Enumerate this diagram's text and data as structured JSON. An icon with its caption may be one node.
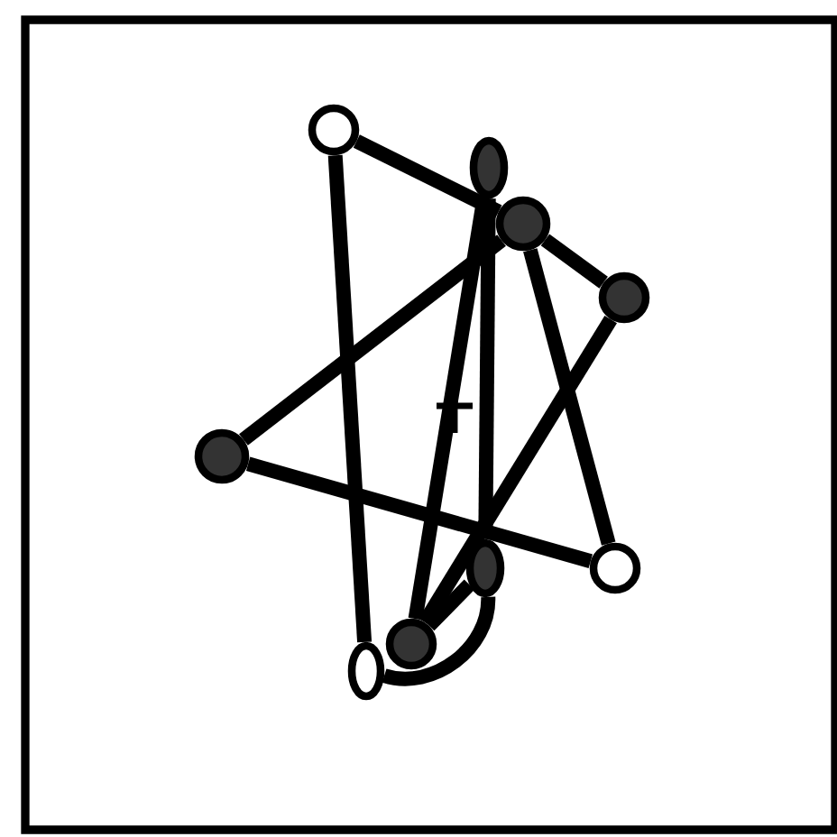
{
  "diagram": {
    "nodes": [
      {
        "text": [],
        "shape": "circle"
      },
      {
        "text": [],
        "shape": "circle"
      },
      {
        "text": [],
        "shape": "circle"
      },
      {
        "text": [],
        "shape": "circle"
      },
      {
        "text": [],
        "shape": "circle"
      },
      {
        "text": [],
        "shape": "circle"
      },
      {
        "text": [],
        "shape": "circle"
      },
      {
        "text": [],
        "shape": "circle"
      },
      {
        "text": [],
        "shape": "circle"
      }
    ],
    "edges": [
      {
        "from": 0,
        "to": 2,
        "arrow": "none"
      },
      {
        "from": 0,
        "to": 8,
        "arrow": "none"
      },
      {
        "from": 1,
        "to": 6,
        "arrow": "none"
      },
      {
        "from": 1,
        "to": 7,
        "arrow": "none"
      },
      {
        "from": 2,
        "to": 3,
        "arrow": "none"
      },
      {
        "from": 2,
        "to": 5,
        "arrow": "none"
      },
      {
        "from": 4,
        "to": 2,
        "arrow": "none"
      },
      {
        "from": 4,
        "to": 5,
        "arrow": "none"
      },
      {
        "from": 3,
        "to": 7,
        "arrow": "none"
      },
      {
        "from": 6,
        "to": 7,
        "arrow": "none"
      },
      {
        "from": 6,
        "to": 8,
        "arrow": "none"
      }
    ]
  }
}
